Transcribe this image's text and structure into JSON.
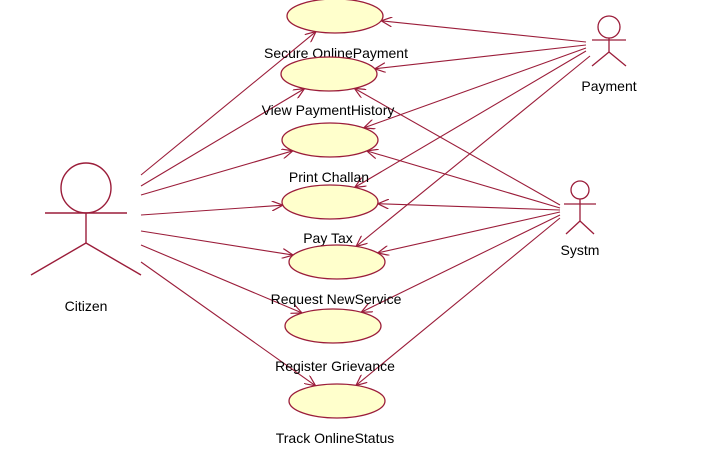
{
  "colors": {
    "line": "#9b1d3a",
    "ellipse_fill": "#ffffcc",
    "text": "#000000",
    "background": "#ffffff"
  },
  "actors": [
    {
      "id": "citizen",
      "label": "Citizen"
    },
    {
      "id": "payment",
      "label": "Payment"
    },
    {
      "id": "systm",
      "label": "Systm"
    }
  ],
  "use_cases": [
    {
      "id": "uc-secure-payment",
      "label": "Secure OnlinePayment"
    },
    {
      "id": "uc-view-history",
      "label": "View PaymentHistory"
    },
    {
      "id": "uc-print-challan",
      "label": "Print Challan"
    },
    {
      "id": "uc-pay-tax",
      "label": "Pay Tax"
    },
    {
      "id": "uc-request-service",
      "label": "Request NewService"
    },
    {
      "id": "uc-register-grievance",
      "label": "Register Grievance"
    },
    {
      "id": "uc-track-status",
      "label": "Track OnlineStatus"
    }
  ],
  "associations": [
    {
      "from": "citizen",
      "to": "uc-view-history"
    },
    {
      "from": "citizen",
      "to": "uc-secure-payment"
    },
    {
      "from": "citizen",
      "to": "uc-print-challan"
    },
    {
      "from": "citizen",
      "to": "uc-pay-tax"
    },
    {
      "from": "citizen",
      "to": "uc-request-service"
    },
    {
      "from": "citizen",
      "to": "uc-register-grievance"
    },
    {
      "from": "citizen",
      "to": "uc-track-status"
    },
    {
      "from": "payment",
      "to": "uc-secure-payment"
    },
    {
      "from": "payment",
      "to": "uc-view-history"
    },
    {
      "from": "payment",
      "to": "uc-print-challan"
    },
    {
      "from": "payment",
      "to": "uc-pay-tax"
    },
    {
      "from": "payment",
      "to": "uc-request-service"
    },
    {
      "from": "systm",
      "to": "uc-view-history"
    },
    {
      "from": "systm",
      "to": "uc-print-challan"
    },
    {
      "from": "systm",
      "to": "uc-pay-tax"
    },
    {
      "from": "systm",
      "to": "uc-request-service"
    },
    {
      "from": "systm",
      "to": "uc-register-grievance"
    },
    {
      "from": "systm",
      "to": "uc-track-status"
    }
  ]
}
